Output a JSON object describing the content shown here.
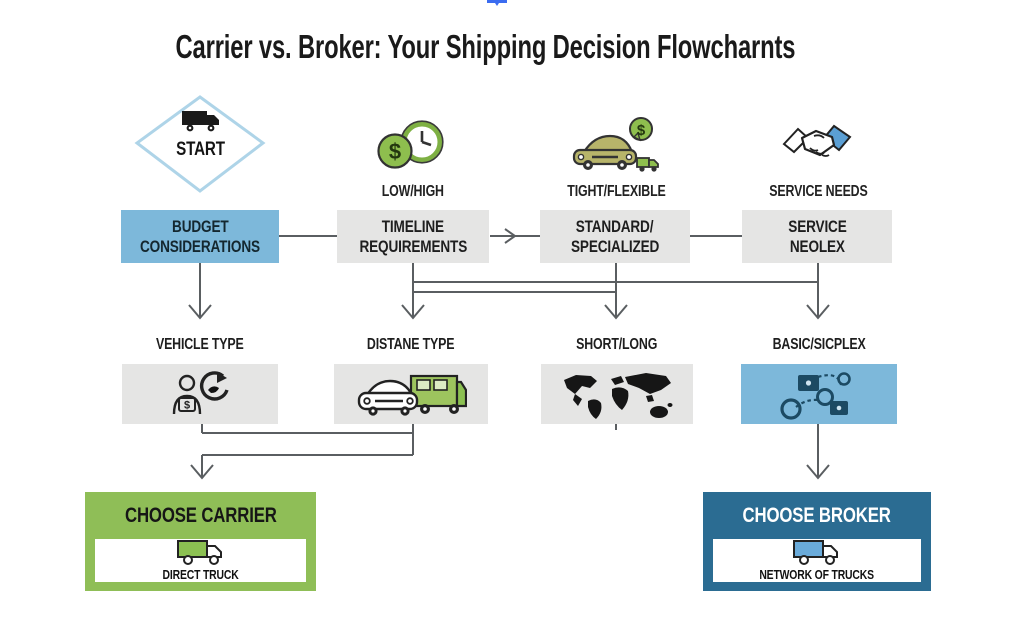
{
  "page": {
    "title": "Carrier vs. Broker: Your Shipping Decision Flowcharnts"
  },
  "start": {
    "label": "START"
  },
  "captions": {
    "timeline": "LOW/HIGH",
    "standard": "TIGHT/FLEXIBLE",
    "service": "SERVICE NEEDS"
  },
  "row1": {
    "budget": {
      "line1": "BUDGET",
      "line2": "CONSIDERATIONS"
    },
    "timeline": {
      "line1": "TIMELINE",
      "line2": "REQUIREMENTS"
    },
    "standard": {
      "line1": "STANDARD/",
      "line2": "SPECIALIZED"
    },
    "service": {
      "line1": "SERVICE",
      "line2": "NEOLEX"
    }
  },
  "row2": {
    "vehicle": "VEHICLE TYPE",
    "distance": "DISTANE TYPE",
    "shortlong": "SHORT/LONG",
    "basic": "BASIC/SICPLEX"
  },
  "outcomes": {
    "carrier": {
      "title": "CHOOSE CARRIER",
      "subtitle": "DIRECT TRUCK"
    },
    "broker": {
      "title": "CHOOSE BROKER",
      "subtitle": "NETWORK OF TRUCKS"
    }
  },
  "icons": {
    "dollar": "$",
    "names": [
      "cropped-logo-icon",
      "start-truck-icon",
      "money-clock-icon",
      "car-money-icon",
      "handshake-icon",
      "person-money-cycle-icon",
      "car-van-icon",
      "world-map-icon",
      "network-nodes-icon",
      "green-truck-icon",
      "blue-truck-icon"
    ]
  },
  "colors": {
    "accent_blue": "#7db8da",
    "diamond_border": "#aed4e8",
    "box_gray": "#e5e5e4",
    "carrier_green": "#8fbe57",
    "broker_blue": "#2b6c92",
    "line_gray": "#5a5e61",
    "icon_green": "#8ebe4e",
    "icon_navy": "#1c4a63",
    "logo_blue": "#3b6cf0"
  }
}
